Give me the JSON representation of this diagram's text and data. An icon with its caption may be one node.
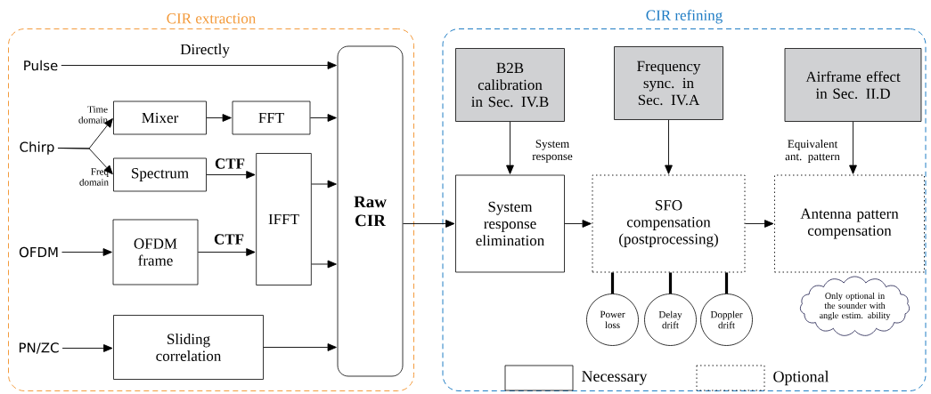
{
  "diagram": {
    "nodes": [
      {
        "text": [
          "CIR extraction"
        ]
      },
      {
        "text": [
          "Pulse"
        ],
        "in": 0
      },
      {
        "text": [
          "Chirp"
        ],
        "in": 0
      },
      {
        "text": [
          "OFDM"
        ],
        "in": 0
      },
      {
        "text": [
          "PN/ZC"
        ],
        "in": 0
      },
      {
        "text": [
          "Mixer"
        ],
        "in": 0
      },
      {
        "text": [
          "FFT"
        ],
        "in": 0
      },
      {
        "text": [
          "Spectrum"
        ],
        "in": 0
      },
      {
        "text": [
          "IFFT"
        ],
        "in": 0
      },
      {
        "text": [
          "OFDM frame"
        ],
        "in": 0
      },
      {
        "text": [
          "Sliding correlation"
        ],
        "in": 0
      },
      {
        "text": [
          "Raw CIR"
        ],
        "in": 0
      },
      {
        "text": [
          "CIR refining"
        ]
      },
      {
        "text": [
          "B2B calibration in Sec. IV.B"
        ],
        "in": 12
      },
      {
        "text": [
          "Frequency sync. in Sec. IV.A"
        ],
        "in": 12
      },
      {
        "text": [
          "Airframe effect in Sec. II.D"
        ],
        "in": 12
      },
      {
        "text": [
          "System response elimination"
        ],
        "in": 12
      },
      {
        "text": [
          "SFO compensation (postprocessing)"
        ],
        "in": 12
      },
      {
        "text": [
          "Antenna pattern compensation"
        ],
        "in": 12
      },
      {
        "text": [
          "Power loss"
        ],
        "in": 12
      },
      {
        "text": [
          "Delay drift"
        ],
        "in": 12
      },
      {
        "text": [
          "Doppler drift"
        ],
        "in": 12
      },
      {
        "text": [
          "Only optional in the sounder with angle estim. ability"
        ],
        "in": 12
      }
    ],
    "edges": [
      {
        "from": 1,
        "to": 11,
        "arrow": "to",
        "label": "Directly"
      },
      {
        "from": 2,
        "to": 5,
        "arrow": "to",
        "label": "Time domain"
      },
      {
        "from": 2,
        "to": 7,
        "arrow": "to",
        "label": "Freq domain"
      },
      {
        "from": 5,
        "to": 6,
        "arrow": "to"
      },
      {
        "from": 6,
        "to": 11,
        "arrow": "to"
      },
      {
        "from": 7,
        "to": 8,
        "arrow": "to",
        "label": "CTF"
      },
      {
        "from": 3,
        "to": 9,
        "arrow": "to"
      },
      {
        "from": 9,
        "to": 8,
        "arrow": "to",
        "label": "CTF"
      },
      {
        "from": 8,
        "to": 11,
        "arrow": "to"
      },
      {
        "from": 8,
        "to": 11,
        "arrow": "to"
      },
      {
        "from": 4,
        "to": 10,
        "arrow": "to"
      },
      {
        "from": 10,
        "to": 11,
        "arrow": "to"
      },
      {
        "from": 11,
        "to": 16,
        "arrow": "to"
      },
      {
        "from": 13,
        "to": 16,
        "arrow": "to",
        "label": "System response"
      },
      {
        "from": 14,
        "to": 17,
        "arrow": "to"
      },
      {
        "from": 15,
        "to": 18,
        "arrow": "to",
        "label": "Equivalent ant. pattern"
      },
      {
        "from": 16,
        "to": 17,
        "arrow": "to"
      },
      {
        "from": 17,
        "to": 18,
        "arrow": "to"
      },
      {
        "from": 17,
        "to": 19,
        "arrow": "none",
        "style": "thick"
      },
      {
        "from": 17,
        "to": 20,
        "arrow": "none",
        "style": "thick"
      },
      {
        "from": 17,
        "to": 21,
        "arrow": "none",
        "style": "thick"
      }
    ],
    "legend": [
      {
        "text": "Necessary"
      },
      {
        "text": "Optional"
      }
    ]
  }
}
